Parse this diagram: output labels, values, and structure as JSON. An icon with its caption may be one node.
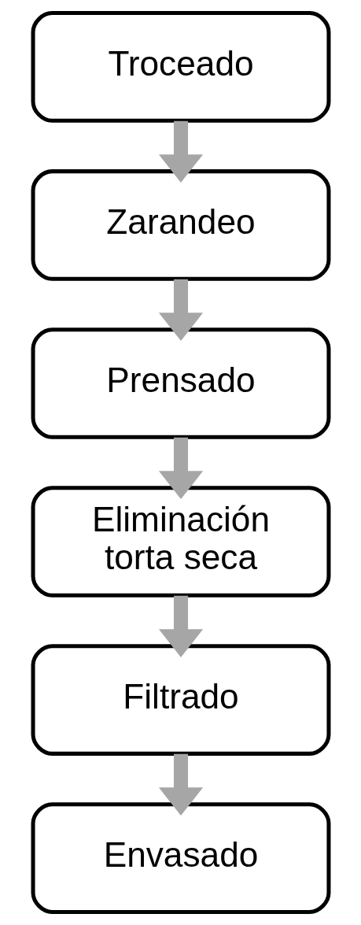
{
  "diagram": {
    "nodes": [
      {
        "text": [
          "Troceado"
        ]
      },
      {
        "text": [
          "Zarandeo"
        ]
      },
      {
        "text": [
          "Prensado"
        ]
      },
      {
        "text": [
          "Eliminación torta seca"
        ]
      },
      {
        "text": [
          "Filtrado"
        ]
      },
      {
        "text": [
          "Envasado"
        ]
      }
    ],
    "edges": [
      {
        "from": 0,
        "to": 1,
        "arrow": "to"
      },
      {
        "from": 1,
        "to": 2,
        "arrow": "to"
      },
      {
        "from": 2,
        "to": 3,
        "arrow": "to"
      },
      {
        "from": 3,
        "to": 4,
        "arrow": "to"
      },
      {
        "from": 4,
        "to": 5,
        "arrow": "to"
      }
    ]
  }
}
